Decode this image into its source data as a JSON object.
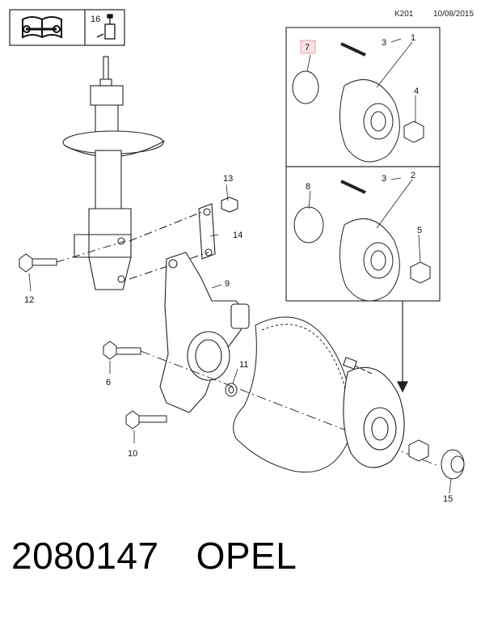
{
  "header": {
    "code": "K201",
    "date": "10/08/2015",
    "tool_ref": "16"
  },
  "callouts": {
    "c1": "1",
    "c2": "2",
    "c3a": "3",
    "c3b": "3",
    "c4": "4",
    "c5": "5",
    "c6": "6",
    "c7": "7",
    "c8": "8",
    "c9": "9",
    "c10": "10",
    "c11": "11",
    "c12": "12",
    "c13": "13",
    "c14": "14",
    "c15": "15"
  },
  "footer": {
    "part_number": "2080147",
    "brand": "OPEL"
  },
  "colors": {
    "highlight_box": "#e8a0a8",
    "line": "#222222"
  }
}
